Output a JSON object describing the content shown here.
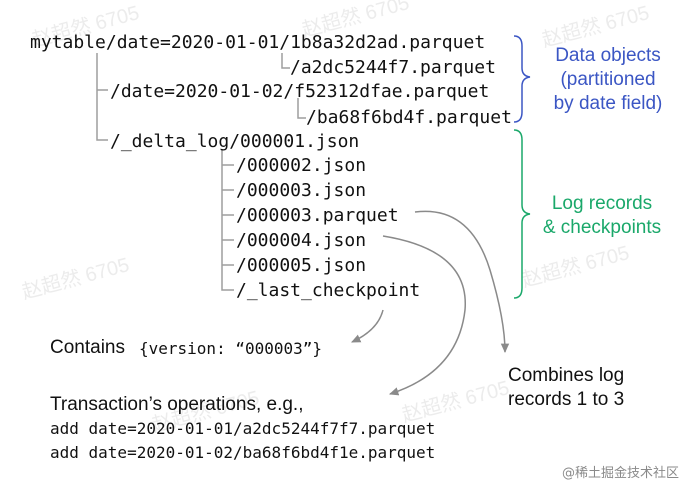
{
  "tree": {
    "l1": "mytable/date=2020-01-01/1b8a32d2ad.parquet",
    "l2": "/a2dc5244f7.parquet",
    "l3": "/date=2020-01-02/f52312dfae.parquet",
    "l4": "/ba68f6bd4f.parquet",
    "l5": "/_delta_log/000001.json",
    "l6": "/000002.json",
    "l7": "/000003.json",
    "l8": "/000003.parquet",
    "l9": "/000004.json",
    "l10": "/000005.json",
    "l11": "/_last_checkpoint"
  },
  "labels": {
    "data_objects": "Data objects\n(partitioned\nby date field)",
    "log_records": "Log records\n& checkpoints"
  },
  "notes": {
    "contains_prefix": "Contains ",
    "contains_code": "{version: “000003”}",
    "combines": "Combines log\nrecords 1 to 3",
    "transaction": "Transaction’s operations, e.g.,",
    "add1": "add date=2020-01-01/a2dc5244f7f7.parquet",
    "add2": "add date=2020-01-02/ba68f6bd4f1e.parquet"
  },
  "footer": "@稀土掘金技术社区",
  "colors": {
    "blue": "#3b56c4",
    "green": "#1aa86a",
    "tree_line": "#9e9e9e",
    "arrow": "#8a8a8a"
  }
}
